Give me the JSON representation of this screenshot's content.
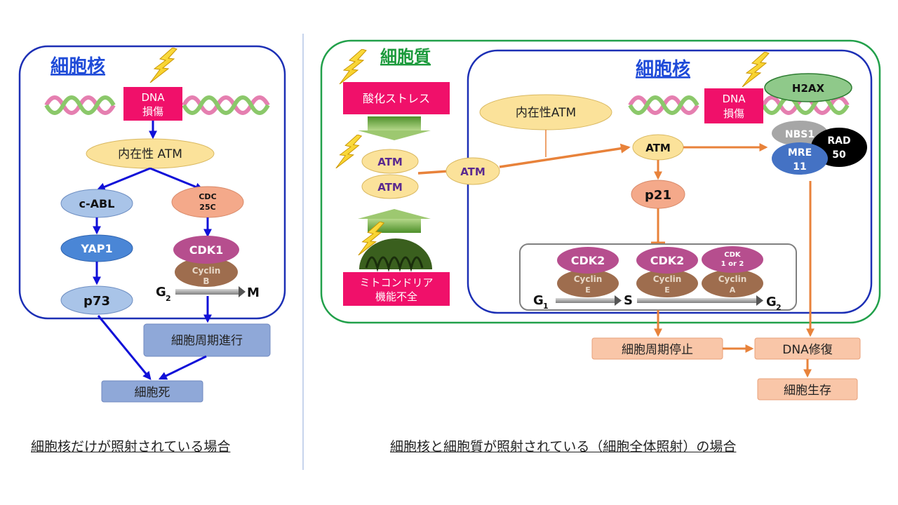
{
  "left_panel": {
    "title": "細胞核",
    "dna_damage": [
      "DNA",
      "損傷"
    ],
    "endogenous_atm": "内在性 ATM",
    "c_abl": "c-ABL",
    "cdc25c": [
      "CDC",
      "25C"
    ],
    "yap1": "YAP1",
    "cdk1": "CDK1",
    "cyclin_b": [
      "Cyclin",
      "B"
    ],
    "p73": "p73",
    "g2": "G",
    "g2_sub": "2",
    "m": "M",
    "cell_cycle_progress": "細胞周期進行",
    "cell_death": "細胞死",
    "caption": "細胞核だけが照射されている場合"
  },
  "right_panel": {
    "cytoplasm_title": "細胞質",
    "nucleus_title": "細胞核",
    "oxidative_stress": "酸化ストレス",
    "mito_dysfunction": [
      "ミトコンドリア",
      "機能不全"
    ],
    "atm_top": "ATM",
    "atm_bottom": "ATM",
    "atm_mid": "ATM",
    "endogenous_atm": "内在性ATM",
    "dna_damage": [
      "DNA",
      "損傷"
    ],
    "h2ax": "H2AX",
    "nbs1": "NBS1",
    "rad50": [
      "RAD",
      "50"
    ],
    "mre11": [
      "MRE",
      "11"
    ],
    "atm_nucleus": "ATM",
    "p21": "p21",
    "cdk2_a": "CDK2",
    "cyclin_e_a": [
      "Cyclin",
      "E"
    ],
    "cdk2_b": "CDK2",
    "cyclin_e_b": [
      "Cyclin",
      "E"
    ],
    "cdk_1or2": [
      "CDK",
      "1 or 2"
    ],
    "cyclin_a": [
      "Cyclin",
      "A"
    ],
    "g1": "G",
    "g1_sub": "1",
    "s": "S",
    "g2": "G",
    "g2_sub": "2",
    "cell_cycle_arrest": "細胞周期停止",
    "dna_repair": "DNA修復",
    "cell_survival": "細胞生存",
    "caption": "細胞核と細胞質が照射されている（細胞全体照射）の場合"
  },
  "colors": {
    "nucleus_border": "#1c2fb5",
    "cytoplasm_border": "#21a04a",
    "blue_arrow": "#1010d8",
    "orange_arrow": "#e8823a",
    "damage_pink": "#f0106a",
    "atm_fill": "#fbe29a",
    "title_blue": "#1f4bd8",
    "title_green": "#1c9a3c"
  }
}
